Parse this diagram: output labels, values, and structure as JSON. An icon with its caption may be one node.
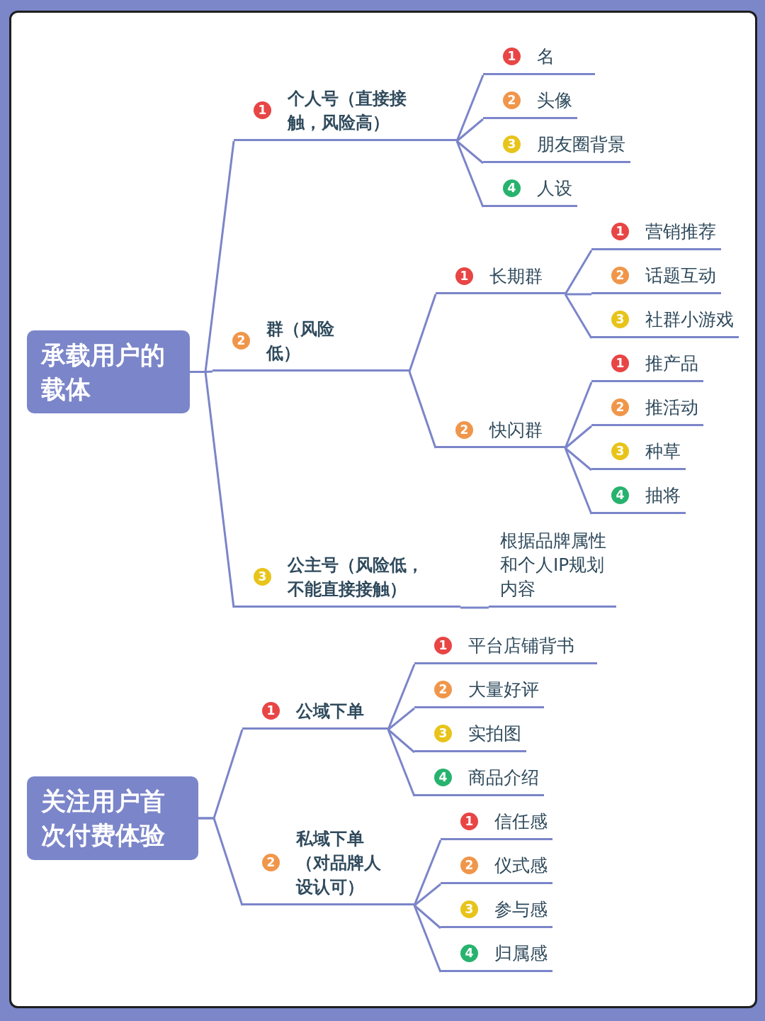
{
  "diagram": {
    "nodes": [
      {
        "text": [
          "承载用户的载体"
        ]
      },
      {
        "text": [
          "1",
          "个人号（直接接触，风险高）"
        ]
      },
      {
        "text": [
          "1",
          "名"
        ]
      },
      {
        "text": [
          "2",
          "头像"
        ]
      },
      {
        "text": [
          "3",
          "朋友圈背景"
        ]
      },
      {
        "text": [
          "4",
          "人设"
        ]
      },
      {
        "text": [
          "2",
          "群（风险低）"
        ]
      },
      {
        "text": [
          "1",
          "长期群"
        ]
      },
      {
        "text": [
          "1",
          "营销推荐"
        ]
      },
      {
        "text": [
          "2",
          "话题互动"
        ]
      },
      {
        "text": [
          "3",
          "社群小游戏"
        ]
      },
      {
        "text": [
          "2",
          "快闪群"
        ]
      },
      {
        "text": [
          "1",
          "推产品"
        ]
      },
      {
        "text": [
          "2",
          "推活动"
        ]
      },
      {
        "text": [
          "3",
          "种草"
        ]
      },
      {
        "text": [
          "4",
          "抽将"
        ]
      },
      {
        "text": [
          "3",
          "公主号（风险低，不能直接接触）"
        ]
      },
      {
        "text": [
          "根据品牌属性和个人IP规划内容"
        ]
      },
      {
        "text": [
          "关注用户首次付费体验"
        ]
      },
      {
        "text": [
          "1",
          "公域下单"
        ]
      },
      {
        "text": [
          "1",
          "平台店铺背书"
        ]
      },
      {
        "text": [
          "2",
          "大量好评"
        ]
      },
      {
        "text": [
          "3",
          "实拍图"
        ]
      },
      {
        "text": [
          "4",
          "商品介绍"
        ]
      },
      {
        "text": [
          "2",
          "私域下单（对品牌人设认可）"
        ]
      },
      {
        "text": [
          "1",
          "信任感"
        ]
      },
      {
        "text": [
          "2",
          "仪式感"
        ]
      },
      {
        "text": [
          "3",
          "参与感"
        ]
      },
      {
        "text": [
          "4",
          "归属感"
        ]
      }
    ],
    "edges": [
      {
        "from": 0,
        "to": 1,
        "arrow": "none"
      },
      {
        "from": 1,
        "to": 2,
        "arrow": "none"
      },
      {
        "from": 1,
        "to": 3,
        "arrow": "none"
      },
      {
        "from": 1,
        "to": 4,
        "arrow": "none"
      },
      {
        "from": 1,
        "to": 5,
        "arrow": "none"
      },
      {
        "from": 0,
        "to": 6,
        "arrow": "none"
      },
      {
        "from": 6,
        "to": 7,
        "arrow": "none"
      },
      {
        "from": 7,
        "to": 8,
        "arrow": "none"
      },
      {
        "from": 7,
        "to": 9,
        "arrow": "none"
      },
      {
        "from": 7,
        "to": 10,
        "arrow": "none"
      },
      {
        "from": 6,
        "to": 11,
        "arrow": "none"
      },
      {
        "from": 11,
        "to": 12,
        "arrow": "none"
      },
      {
        "from": 11,
        "to": 13,
        "arrow": "none"
      },
      {
        "from": 11,
        "to": 14,
        "arrow": "none"
      },
      {
        "from": 11,
        "to": 15,
        "arrow": "none"
      },
      {
        "from": 0,
        "to": 16,
        "arrow": "none"
      },
      {
        "from": 16,
        "to": 17,
        "arrow": "none"
      },
      {
        "from": 18,
        "to": 19,
        "arrow": "none"
      },
      {
        "from": 19,
        "to": 20,
        "arrow": "none"
      },
      {
        "from": 19,
        "to": 21,
        "arrow": "none"
      },
      {
        "from": 19,
        "to": 22,
        "arrow": "none"
      },
      {
        "from": 19,
        "to": 23,
        "arrow": "none"
      },
      {
        "from": 18,
        "to": 24,
        "arrow": "none"
      },
      {
        "from": 24,
        "to": 25,
        "arrow": "none"
      },
      {
        "from": 24,
        "to": 26,
        "arrow": "none"
      },
      {
        "from": 24,
        "to": 27,
        "arrow": "none"
      },
      {
        "from": 24,
        "to": 28,
        "arrow": "none"
      }
    ]
  }
}
